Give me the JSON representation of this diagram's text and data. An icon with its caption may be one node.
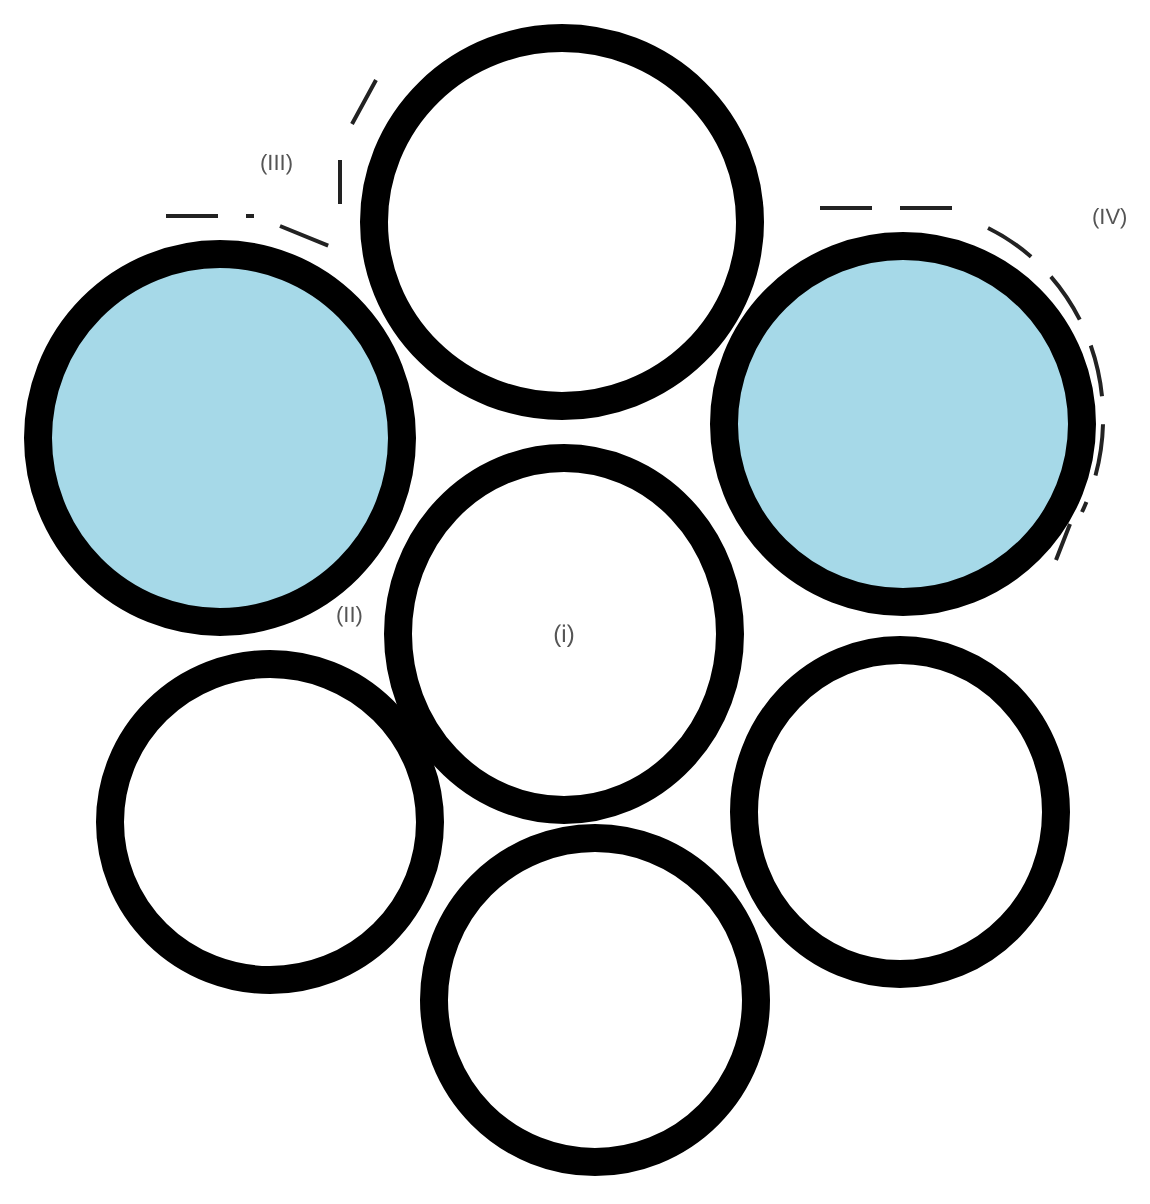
{
  "diagram": {
    "nodes": [
      {
        "text": [],
        "shape": "circle"
      },
      {
        "text": [],
        "shape": "circle"
      },
      {
        "text": [],
        "shape": "circle"
      },
      {
        "text": [
          "(i)"
        ]
      },
      {
        "text": [],
        "shape": "circle"
      },
      {
        "text": [],
        "shape": "circle"
      },
      {
        "text": [],
        "shape": "circle"
      }
    ],
    "edges": [],
    "labels": [
      "(III)",
      "(IV)",
      "(II)"
    ]
  }
}
